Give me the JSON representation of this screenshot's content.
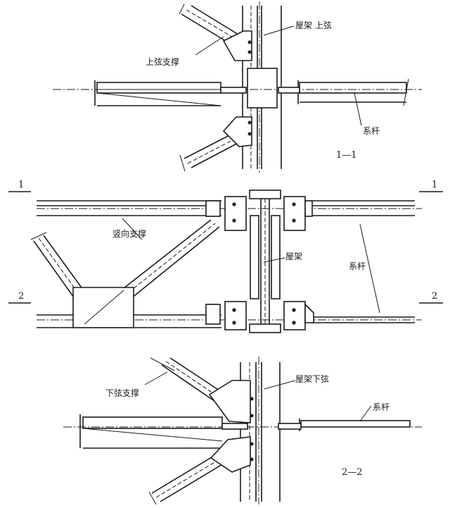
{
  "view_top": {
    "title": "1—1",
    "labels": {
      "top_chord": "屋架 上弦",
      "top_chord_brace": "上弦支撑",
      "tie_rod": "系杆"
    }
  },
  "view_middle": {
    "section_marks": {
      "left_1": "1",
      "right_1": "1",
      "left_2": "2",
      "right_2": "2"
    },
    "labels": {
      "vertical_brace": "竖向支撑",
      "roof_truss": "屋架",
      "tie_rod": "系杆"
    }
  },
  "view_bottom": {
    "title": "2—2",
    "labels": {
      "bottom_chord": "屋架下弦",
      "bottom_chord_brace": "下弦支撑",
      "tie_rod": "系杆"
    }
  }
}
